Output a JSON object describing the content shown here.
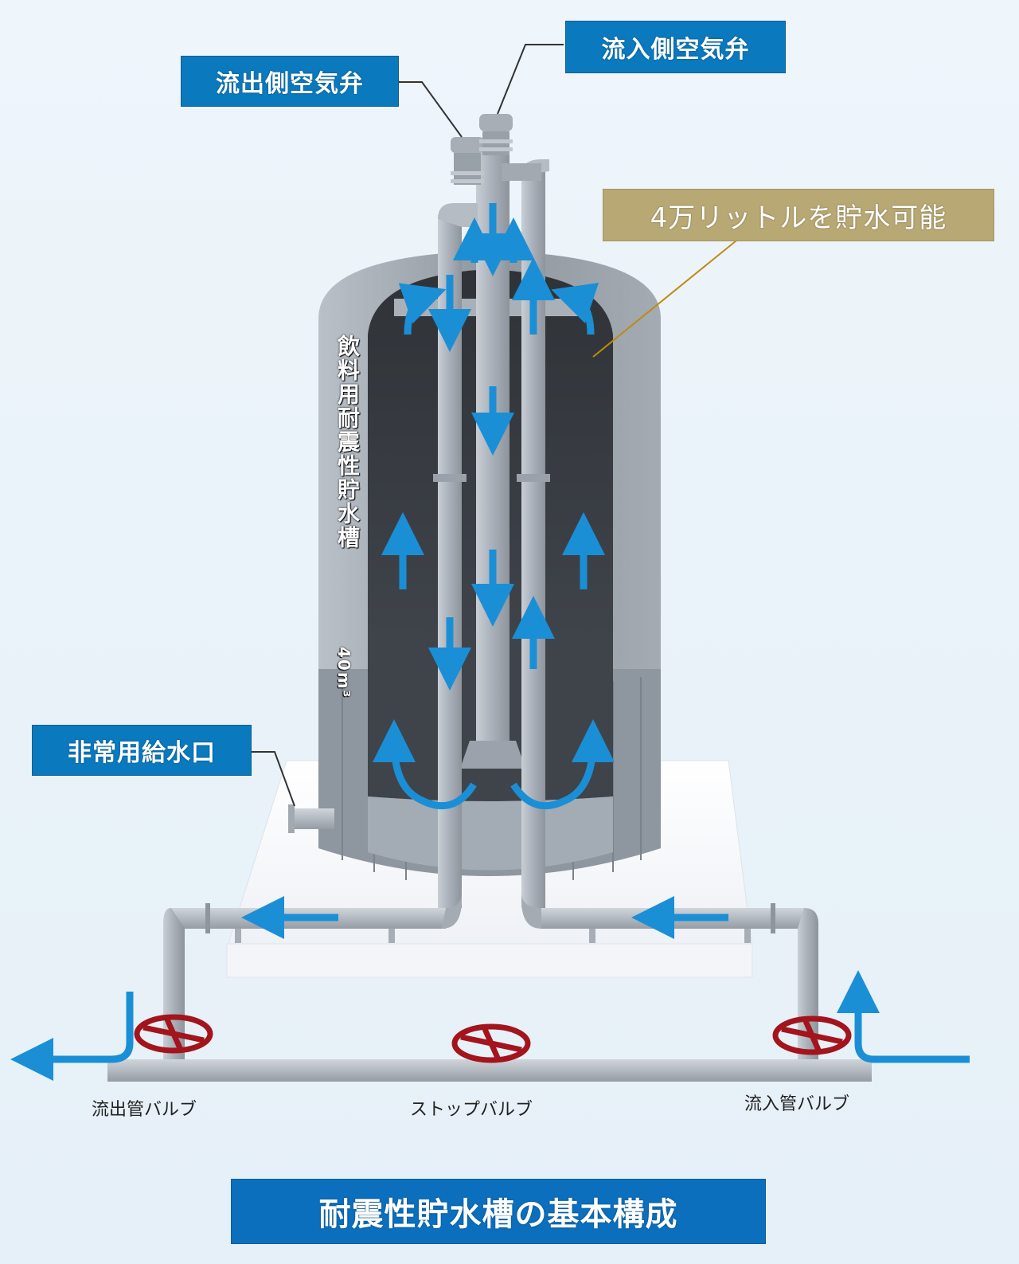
{
  "labels": {
    "outflow_air_valve": "流出側空気弁",
    "inflow_air_valve": "流入側空気弁",
    "capacity": "4万リットルを貯水可能",
    "emergency_outlet": "非常用給水口",
    "tank_side_text": "飲料用耐震性貯水槽",
    "tank_volume": "40m³"
  },
  "valves": {
    "outflow": "流出管バルブ",
    "stop": "ストップバルブ",
    "inflow": "流入管バルブ"
  },
  "title": "耐震性貯水槽の基本構成",
  "colors": {
    "label_blue": "#0b79bd",
    "label_gold": "#b8a874",
    "flow_arrow": "#1a8fd6",
    "valve_red": "#a3141c",
    "tank_gray": "#9aa2ab",
    "tank_interior": "#3b3f45"
  }
}
